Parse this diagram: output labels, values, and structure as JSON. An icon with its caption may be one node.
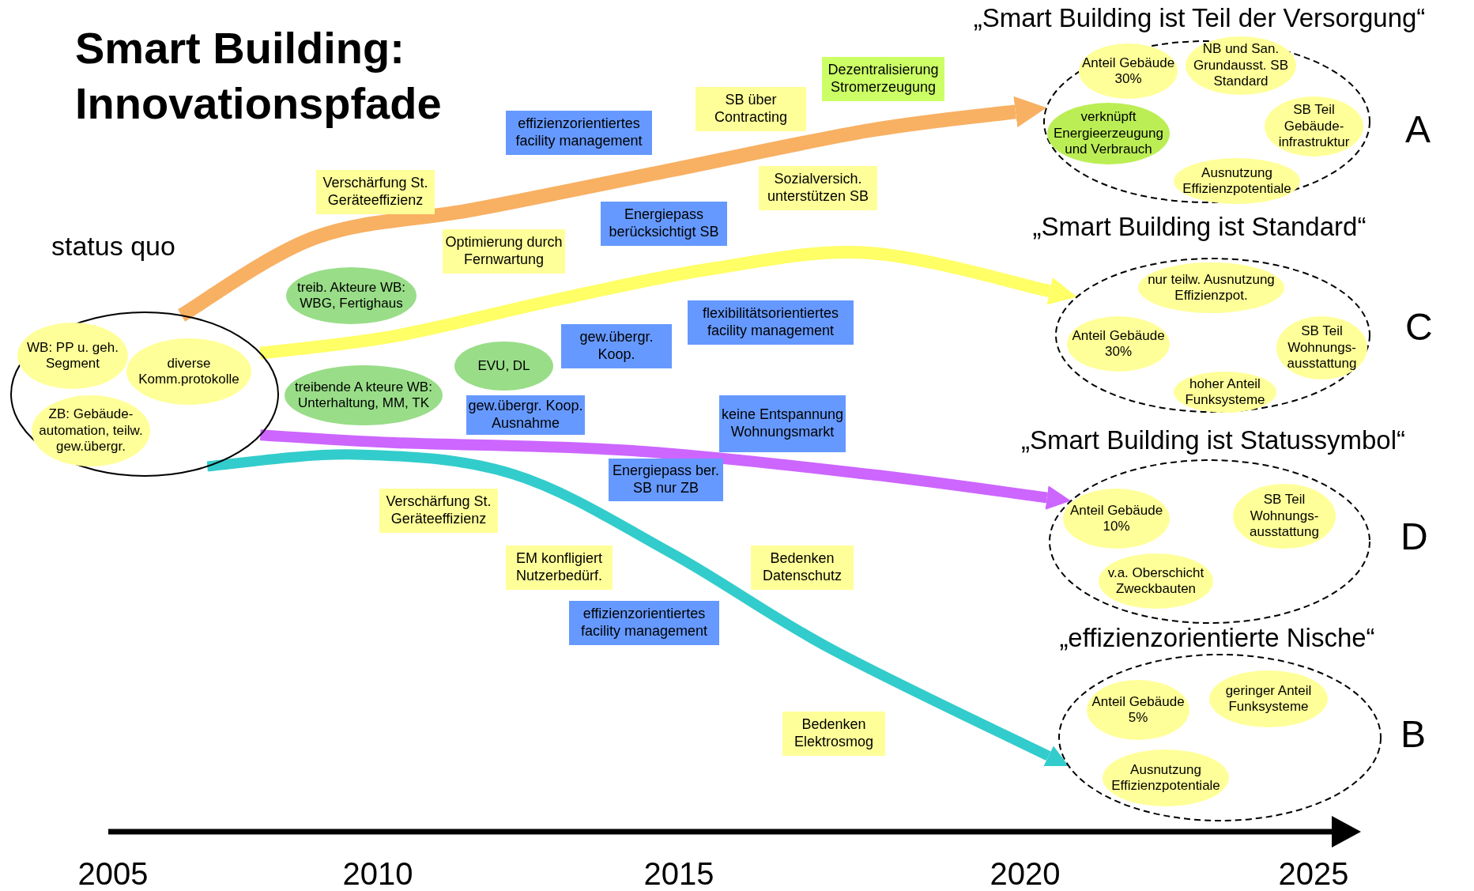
{
  "diagram": {
    "title": "Smart Building: Innovationspfade",
    "nodes": [
      {
        "text": [
          "status quo"
        ]
      },
      {
        "text": [
          "WB: PP u. geh. Segment"
        ],
        "in": 0
      },
      {
        "text": [
          "diverse Komm.protokolle"
        ],
        "in": 0
      },
      {
        "text": [
          "ZB: Gebäude- automation, teilw. gew.übergr."
        ],
        "in": 0
      },
      {
        "text": [
          "treib. Akteure WB: WBG, Fertighaus"
        ]
      },
      {
        "text": [
          "EVU, DL"
        ]
      },
      {
        "text": [
          "treibende A kteure WB: Unterhaltung, MM, TK"
        ]
      },
      {
        "text": [
          "Verschärfung St. Geräteeffizienz"
        ]
      },
      {
        "text": [
          "Optimierung durch Fernwartung"
        ]
      },
      {
        "text": [
          "gew.übergr. Koop."
        ]
      },
      {
        "text": [
          "effizienzorientiertes facility management"
        ]
      },
      {
        "text": [
          "SB über Contracting"
        ]
      },
      {
        "text": [
          "Energiepass berücksichtigt SB"
        ]
      },
      {
        "text": [
          "Sozialversich. unterstützen SB"
        ]
      },
      {
        "text": [
          "flexibilitätsorientiertes facility management"
        ]
      },
      {
        "text": [
          "Dezentralisierung Stromerzeugung"
        ]
      },
      {
        "text": [
          "gew.übergr. Koop. Ausnahme"
        ]
      },
      {
        "text": [
          "Energiepass ber. SB nur ZB"
        ]
      },
      {
        "text": [
          "keine Entspannung Wohnungsmarkt"
        ]
      },
      {
        "text": [
          "Verschärfung St. Geräteeffizienz"
        ]
      },
      {
        "text": [
          "EM konfligiert Nutzerbedürf."
        ]
      },
      {
        "text": [
          "effizienzorientiertes facility management"
        ]
      },
      {
        "text": [
          "Bedenken Datenschutz"
        ]
      },
      {
        "text": [
          "Bedenken Elektrosmog"
        ]
      },
      {
        "text": [
          "„Smart Building ist Teil der Versorgung“"
        ],
        "beside": [
          "A"
        ]
      },
      {
        "text": [
          "Anteil Gebäude 30%"
        ],
        "in": 24
      },
      {
        "text": [
          "NB und San. Grundausst. SB Standard"
        ],
        "in": 24
      },
      {
        "text": [
          "verknüpft Energieerzeugung und Verbrauch"
        ],
        "in": 24
      },
      {
        "text": [
          "SB Teil Gebäude- infrastruktur"
        ],
        "in": 24
      },
      {
        "text": [
          "Ausnutzung Effizienzpotentiale"
        ],
        "in": 24
      },
      {
        "text": [
          "„Smart Building ist Standard“"
        ],
        "beside": [
          "C"
        ]
      },
      {
        "text": [
          "nur teilw. Ausnutzung Effizienzpot."
        ],
        "in": 30
      },
      {
        "text": [
          "Anteil Gebäude 30%"
        ],
        "in": 30
      },
      {
        "text": [
          "SB Teil Wohnungs- ausstattung"
        ],
        "in": 30
      },
      {
        "text": [
          "hoher Anteil Funksysteme"
        ],
        "in": 30
      },
      {
        "text": [
          "„Smart Building ist Statussymbol“"
        ],
        "beside": [
          "D"
        ]
      },
      {
        "text": [
          "Anteil Gebäude 10%"
        ],
        "in": 35
      },
      {
        "text": [
          "SB Teil Wohnungs- ausstattung"
        ],
        "in": 35
      },
      {
        "text": [
          "v.a. Oberschicht Zweckbauten"
        ],
        "in": 35
      },
      {
        "text": [
          "„effizienzorientierte Nische“"
        ],
        "beside": [
          "B"
        ]
      },
      {
        "text": [
          "Anteil Gebäude 5%"
        ],
        "in": 39
      },
      {
        "text": [
          "geringer Anteil Funksysteme"
        ],
        "in": 39
      },
      {
        "text": [
          "Ausnutzung Effizienzpotentiale"
        ],
        "in": 39
      }
    ],
    "edges": [
      {
        "from": 0,
        "to": 24,
        "arrow": "to",
        "color": "#f8b062"
      },
      {
        "from": 0,
        "to": 30,
        "arrow": "to",
        "color": "#ffff66"
      },
      {
        "from": 0,
        "to": 35,
        "arrow": "to",
        "color": "#cc66ff"
      },
      {
        "from": 0,
        "to": 39,
        "arrow": "to",
        "color": "#33cccc"
      }
    ],
    "labels": [
      "2005",
      "2010",
      "2015",
      "2020",
      "2025"
    ]
  }
}
